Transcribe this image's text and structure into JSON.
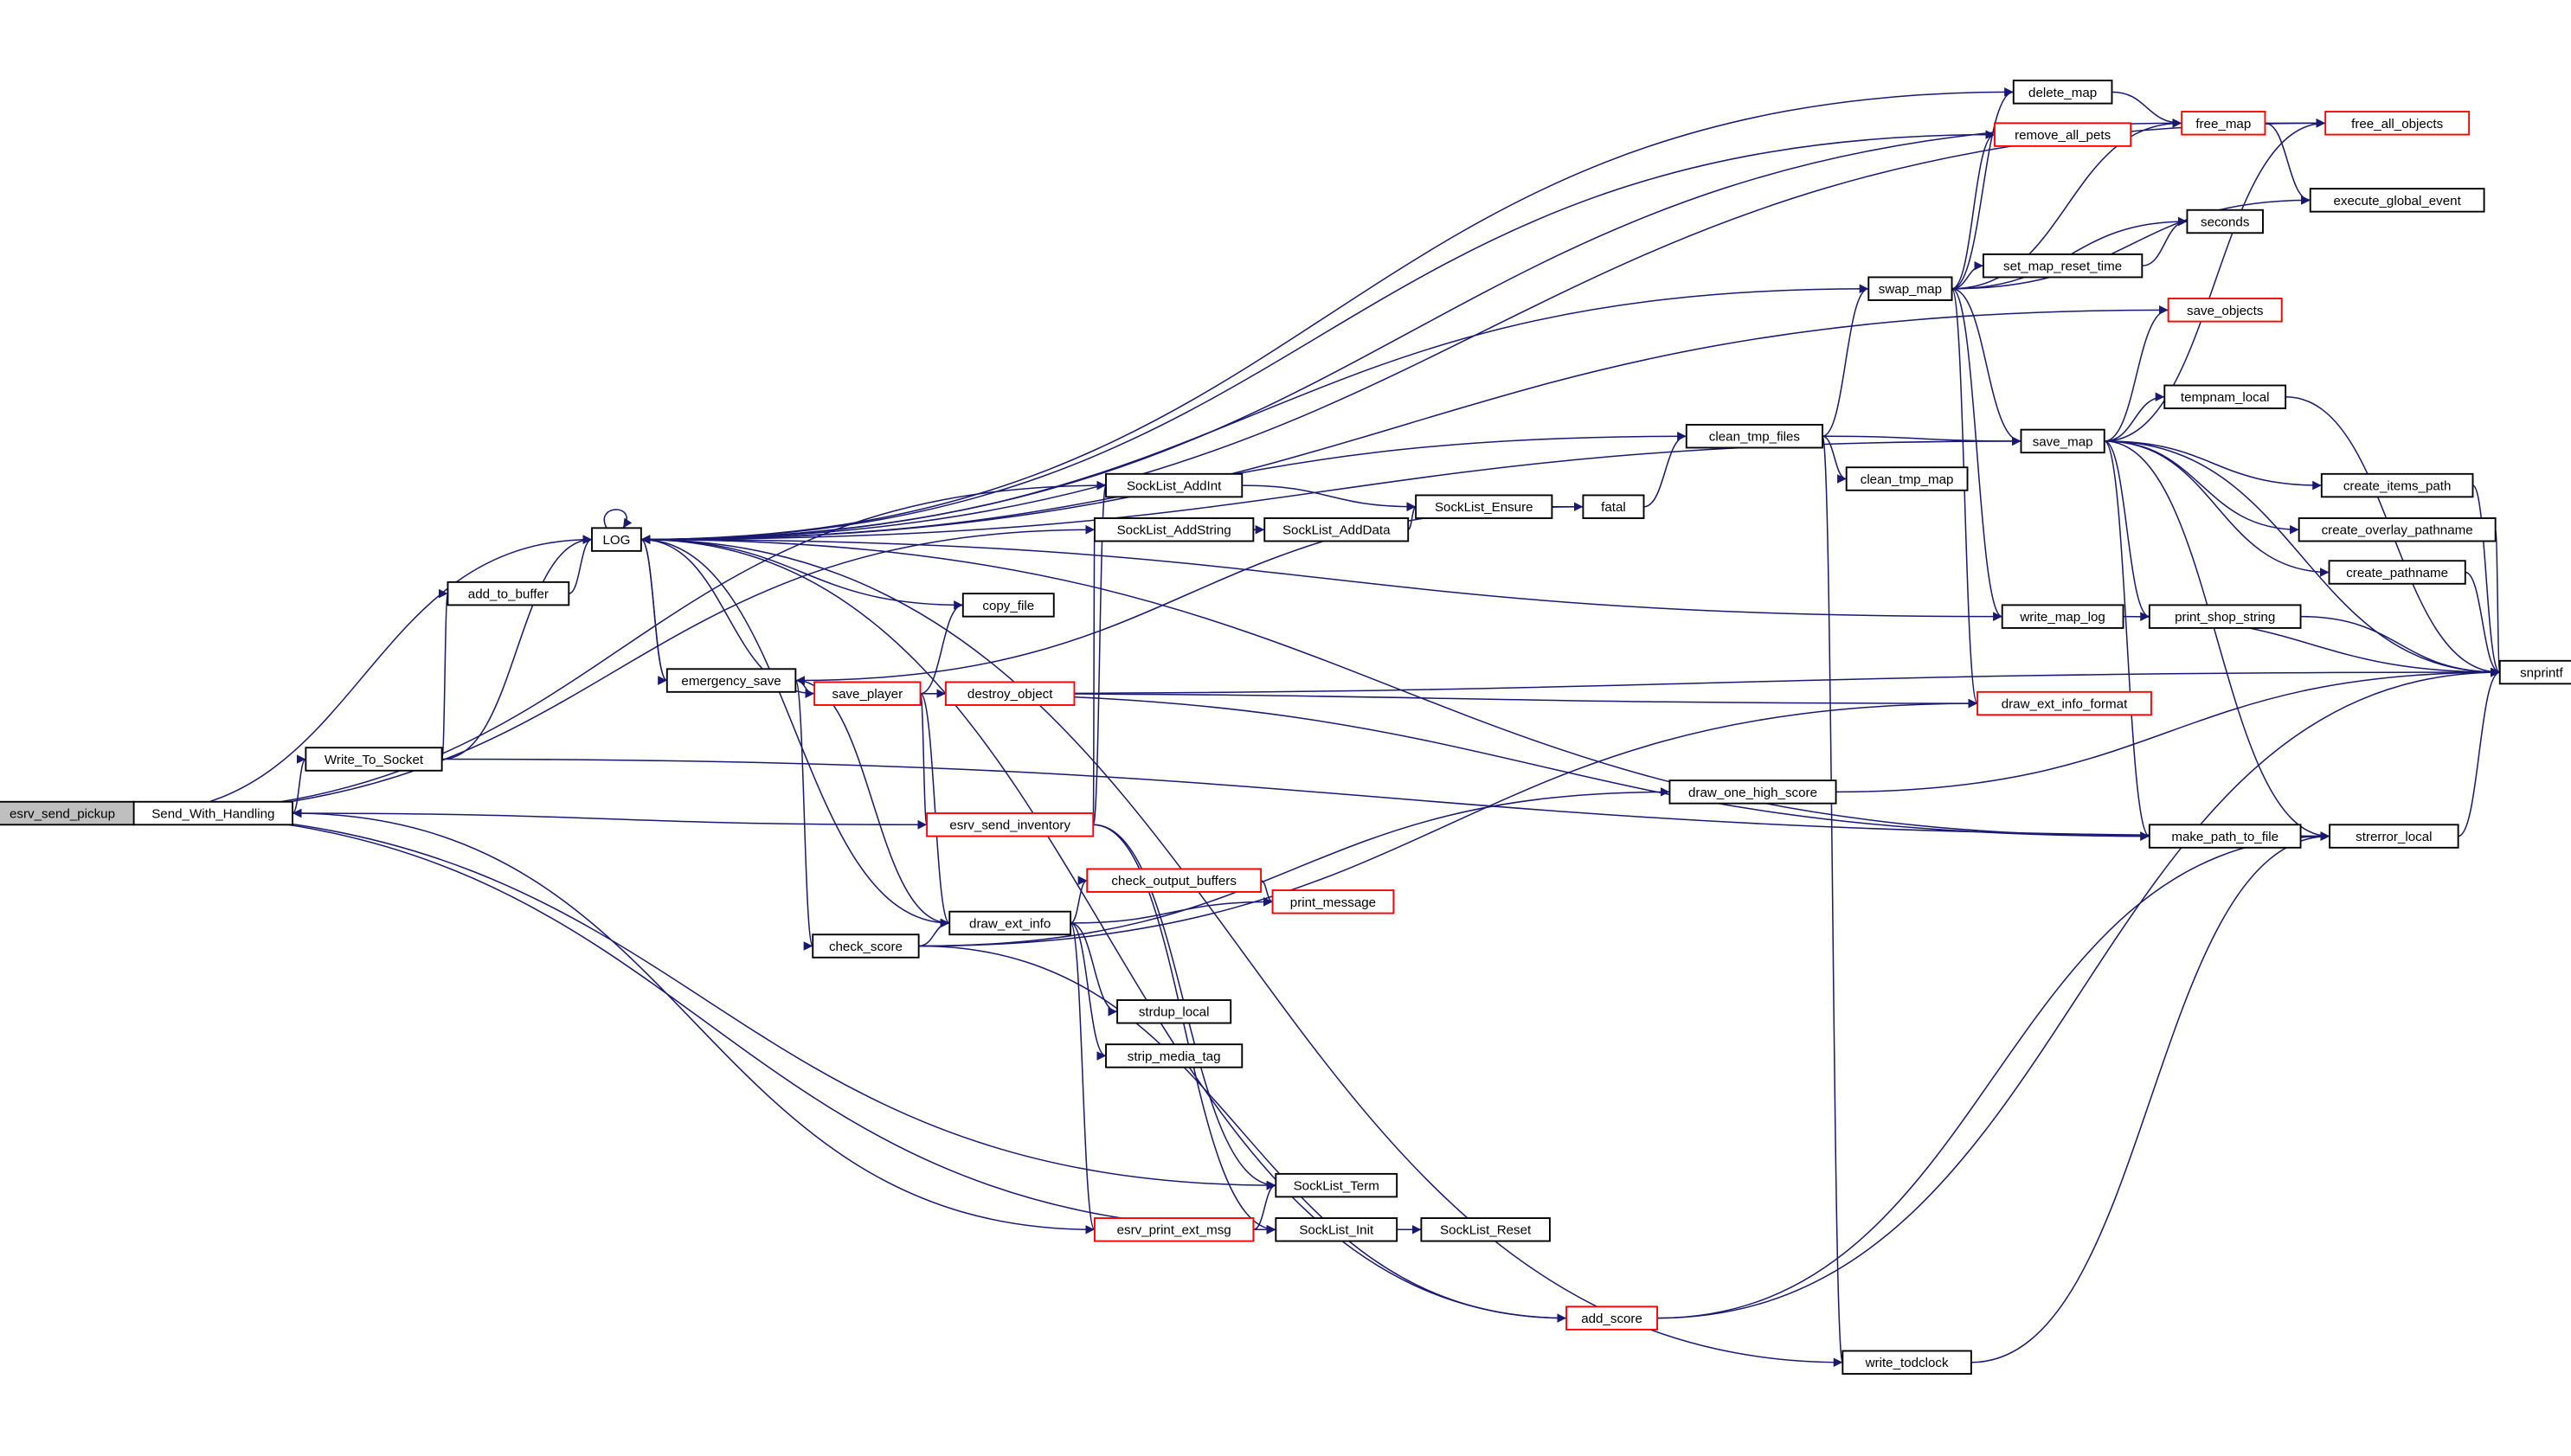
{
  "colors": {
    "edge": "#191970",
    "root_fill": "#bfbfbf",
    "truncated_border": "#ff0000"
  },
  "nodes": [
    {
      "id": "esrv_send_pickup",
      "label": "esrv_send_pickup",
      "style": "root"
    },
    {
      "id": "Send_With_Handling",
      "label": "Send_With_Handling",
      "style": "normal"
    },
    {
      "id": "Write_To_Socket",
      "label": "Write_To_Socket",
      "style": "normal"
    },
    {
      "id": "add_to_buffer",
      "label": "add_to_buffer",
      "style": "normal"
    },
    {
      "id": "LOG",
      "label": "LOG",
      "style": "normal"
    },
    {
      "id": "emergency_save",
      "label": "emergency_save",
      "style": "normal"
    },
    {
      "id": "save_player",
      "label": "save_player",
      "style": "red"
    },
    {
      "id": "copy_file",
      "label": "copy_file",
      "style": "normal"
    },
    {
      "id": "destroy_object",
      "label": "destroy_object",
      "style": "red"
    },
    {
      "id": "esrv_send_inventory",
      "label": "esrv_send_inventory",
      "style": "red"
    },
    {
      "id": "check_score",
      "label": "check_score",
      "style": "normal"
    },
    {
      "id": "draw_ext_info",
      "label": "draw_ext_info",
      "style": "normal"
    },
    {
      "id": "check_output_buffers",
      "label": "check_output_buffers",
      "style": "red"
    },
    {
      "id": "print_message",
      "label": "print_message",
      "style": "red"
    },
    {
      "id": "strdup_local",
      "label": "strdup_local",
      "style": "normal"
    },
    {
      "id": "strip_media_tag",
      "label": "strip_media_tag",
      "style": "normal"
    },
    {
      "id": "esrv_print_ext_msg",
      "label": "esrv_print_ext_msg",
      "style": "red"
    },
    {
      "id": "SockList_Term",
      "label": "SockList_Term",
      "style": "normal"
    },
    {
      "id": "SockList_Init",
      "label": "SockList_Init",
      "style": "normal"
    },
    {
      "id": "SockList_Reset",
      "label": "SockList_Reset",
      "style": "normal"
    },
    {
      "id": "add_score",
      "label": "add_score",
      "style": "red"
    },
    {
      "id": "write_todclock",
      "label": "write_todclock",
      "style": "normal"
    },
    {
      "id": "SockList_AddInt",
      "label": "SockList_AddInt",
      "style": "normal"
    },
    {
      "id": "SockList_AddString",
      "label": "SockList_AddString",
      "style": "normal"
    },
    {
      "id": "SockList_AddData",
      "label": "SockList_AddData",
      "style": "normal"
    },
    {
      "id": "SockList_Ensure",
      "label": "SockList_Ensure",
      "style": "normal"
    },
    {
      "id": "fatal",
      "label": "fatal",
      "style": "normal"
    },
    {
      "id": "clean_tmp_files",
      "label": "clean_tmp_files",
      "style": "normal"
    },
    {
      "id": "clean_tmp_map",
      "label": "clean_tmp_map",
      "style": "normal"
    },
    {
      "id": "draw_one_high_score",
      "label": "draw_one_high_score",
      "style": "normal"
    },
    {
      "id": "draw_ext_info_format",
      "label": "draw_ext_info_format",
      "style": "red"
    },
    {
      "id": "make_path_to_file",
      "label": "make_path_to_file",
      "style": "normal"
    },
    {
      "id": "strerror_local",
      "label": "strerror_local",
      "style": "normal"
    },
    {
      "id": "snprintf",
      "label": "snprintf",
      "style": "normal"
    },
    {
      "id": "swap_map",
      "label": "swap_map",
      "style": "normal"
    },
    {
      "id": "delete_map",
      "label": "delete_map",
      "style": "normal"
    },
    {
      "id": "free_map",
      "label": "free_map",
      "style": "red"
    },
    {
      "id": "remove_all_pets",
      "label": "remove_all_pets",
      "style": "red"
    },
    {
      "id": "free_all_objects",
      "label": "free_all_objects",
      "style": "red"
    },
    {
      "id": "execute_global_event",
      "label": "execute_global_event",
      "style": "normal"
    },
    {
      "id": "seconds",
      "label": "seconds",
      "style": "normal"
    },
    {
      "id": "set_map_reset_time",
      "label": "set_map_reset_time",
      "style": "normal"
    },
    {
      "id": "save_objects",
      "label": "save_objects",
      "style": "red"
    },
    {
      "id": "save_map",
      "label": "save_map",
      "style": "normal"
    },
    {
      "id": "tempnam_local",
      "label": "tempnam_local",
      "style": "normal"
    },
    {
      "id": "create_items_path",
      "label": "create_items_path",
      "style": "normal"
    },
    {
      "id": "create_overlay_pathname",
      "label": "create_overlay_pathname",
      "style": "normal"
    },
    {
      "id": "create_pathname",
      "label": "create_pathname",
      "style": "normal"
    },
    {
      "id": "print_shop_string",
      "label": "print_shop_string",
      "style": "normal"
    },
    {
      "id": "write_map_log",
      "label": "write_map_log",
      "style": "normal"
    }
  ],
  "edges": [
    [
      "esrv_send_pickup",
      "Send_With_Handling"
    ],
    [
      "esrv_send_pickup",
      "LOG"
    ],
    [
      "esrv_send_pickup",
      "SockList_AddInt"
    ],
    [
      "esrv_send_pickup",
      "SockList_AddString"
    ],
    [
      "esrv_send_pickup",
      "SockList_Term"
    ],
    [
      "esrv_send_pickup",
      "SockList_Init"
    ],
    [
      "Send_With_Handling",
      "Write_To_Socket"
    ],
    [
      "Write_To_Socket",
      "add_to_buffer"
    ],
    [
      "Write_To_Socket",
      "LOG"
    ],
    [
      "Write_To_Socket",
      "strerror_local"
    ],
    [
      "add_to_buffer",
      "LOG"
    ],
    [
      "LOG",
      "LOG"
    ],
    [
      "LOG",
      "emergency_save"
    ],
    [
      "emergency_save",
      "LOG"
    ],
    [
      "emergency_save",
      "save_player"
    ],
    [
      "emergency_save",
      "check_score"
    ],
    [
      "emergency_save",
      "draw_ext_info"
    ],
    [
      "save_player",
      "LOG"
    ],
    [
      "save_player",
      "copy_file"
    ],
    [
      "save_player",
      "destroy_object"
    ],
    [
      "save_player",
      "esrv_send_inventory"
    ],
    [
      "save_player",
      "draw_ext_info"
    ],
    [
      "save_player",
      "draw_ext_info_format"
    ],
    [
      "save_player",
      "snprintf"
    ],
    [
      "save_player",
      "make_path_to_file"
    ],
    [
      "copy_file",
      "LOG"
    ],
    [
      "esrv_send_inventory",
      "Send_With_Handling"
    ],
    [
      "esrv_send_inventory",
      "SockList_AddInt"
    ],
    [
      "esrv_send_inventory",
      "SockList_AddString"
    ],
    [
      "esrv_send_inventory",
      "SockList_Term"
    ],
    [
      "esrv_send_inventory",
      "SockList_Init"
    ],
    [
      "check_score",
      "draw_ext_info"
    ],
    [
      "check_score",
      "draw_one_high_score"
    ],
    [
      "check_score",
      "draw_ext_info_format"
    ],
    [
      "check_score",
      "add_score"
    ],
    [
      "draw_ext_info",
      "LOG"
    ],
    [
      "draw_ext_info",
      "check_output_buffers"
    ],
    [
      "draw_ext_info",
      "print_message"
    ],
    [
      "draw_ext_info",
      "strdup_local"
    ],
    [
      "draw_ext_info",
      "strip_media_tag"
    ],
    [
      "draw_ext_info",
      "esrv_print_ext_msg"
    ],
    [
      "check_output_buffers",
      "print_message"
    ],
    [
      "esrv_print_ext_msg",
      "Send_With_Handling"
    ],
    [
      "esrv_print_ext_msg",
      "SockList_Term"
    ],
    [
      "esrv_print_ext_msg",
      "SockList_Init"
    ],
    [
      "SockList_Init",
      "SockList_Reset"
    ],
    [
      "SockList_AddInt",
      "SockList_Ensure"
    ],
    [
      "SockList_AddString",
      "SockList_AddData"
    ],
    [
      "SockList_AddData",
      "SockList_Ensure"
    ],
    [
      "SockList_Ensure",
      "fatal"
    ],
    [
      "fatal",
      "clean_tmp_files"
    ],
    [
      "fatal",
      "emergency_save"
    ],
    [
      "clean_tmp_files",
      "LOG"
    ],
    [
      "clean_tmp_files",
      "swap_map"
    ],
    [
      "clean_tmp_files",
      "save_map"
    ],
    [
      "clean_tmp_files",
      "clean_tmp_map"
    ],
    [
      "clean_tmp_files",
      "write_todclock"
    ],
    [
      "swap_map",
      "LOG"
    ],
    [
      "swap_map",
      "delete_map"
    ],
    [
      "swap_map",
      "remove_all_pets"
    ],
    [
      "swap_map",
      "free_map"
    ],
    [
      "swap_map",
      "seconds"
    ],
    [
      "swap_map",
      "set_map_reset_time"
    ],
    [
      "swap_map",
      "execute_global_event"
    ],
    [
      "swap_map",
      "save_map"
    ],
    [
      "swap_map",
      "write_map_log"
    ],
    [
      "swap_map",
      "draw_ext_info_format"
    ],
    [
      "set_map_reset_time",
      "seconds"
    ],
    [
      "delete_map",
      "LOG"
    ],
    [
      "delete_map",
      "free_map"
    ],
    [
      "free_map",
      "LOG"
    ],
    [
      "free_map",
      "free_all_objects"
    ],
    [
      "free_map",
      "execute_global_event"
    ],
    [
      "free_all_objects",
      "LOG"
    ],
    [
      "remove_all_pets",
      "LOG"
    ],
    [
      "save_objects",
      "LOG"
    ],
    [
      "save_map",
      "LOG"
    ],
    [
      "save_map",
      "save_objects"
    ],
    [
      "save_map",
      "free_all_objects"
    ],
    [
      "save_map",
      "tempnam_local"
    ],
    [
      "save_map",
      "snprintf"
    ],
    [
      "save_map",
      "create_items_path"
    ],
    [
      "save_map",
      "create_overlay_pathname"
    ],
    [
      "save_map",
      "create_pathname"
    ],
    [
      "save_map",
      "print_shop_string"
    ],
    [
      "save_map",
      "make_path_to_file"
    ],
    [
      "save_map",
      "strerror_local"
    ],
    [
      "tempnam_local",
      "snprintf"
    ],
    [
      "create_items_path",
      "snprintf"
    ],
    [
      "create_overlay_pathname",
      "snprintf"
    ],
    [
      "create_pathname",
      "snprintf"
    ],
    [
      "print_shop_string",
      "snprintf"
    ],
    [
      "write_map_log",
      "LOG"
    ],
    [
      "write_map_log",
      "snprintf"
    ],
    [
      "draw_one_high_score",
      "snprintf"
    ],
    [
      "make_path_to_file",
      "strerror_local"
    ],
    [
      "make_path_to_file",
      "LOG"
    ],
    [
      "strerror_local",
      "snprintf"
    ],
    [
      "add_score",
      "LOG"
    ],
    [
      "add_score",
      "strerror_local"
    ],
    [
      "add_score",
      "snprintf"
    ],
    [
      "write_todclock",
      "LOG"
    ],
    [
      "write_todclock",
      "strerror_local"
    ]
  ]
}
